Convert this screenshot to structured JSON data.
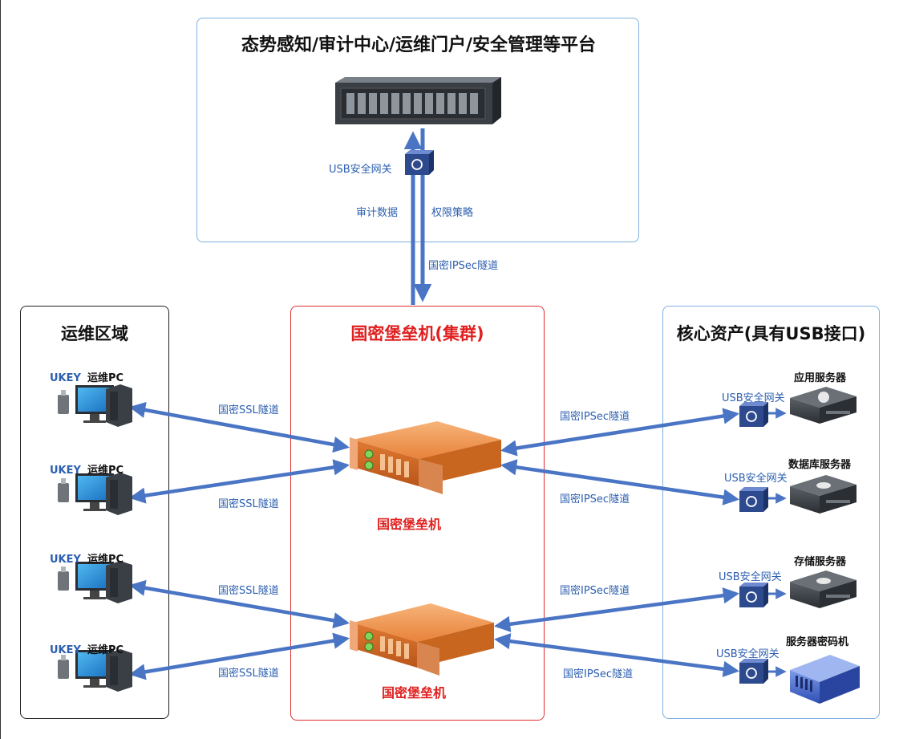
{
  "top_panel": {
    "title": "态势感知/审计中心/运维门户/安全管理等平台",
    "usb_gateway_label": "USB安全网关",
    "audit_data_label": "审计数据",
    "policy_label": "权限策略",
    "tunnel_label": "国密IPSec隧道"
  },
  "ops_zone": {
    "title": "运维区域",
    "terminals": [
      {
        "ukey": "UKEY",
        "pc": "运维PC",
        "tunnel": "国密SSL隧道"
      },
      {
        "ukey": "UKEY",
        "pc": "运维PC",
        "tunnel": "国密SSL隧道"
      },
      {
        "ukey": "UKEY",
        "pc": "运维PC",
        "tunnel": "国密SSL隧道"
      },
      {
        "ukey": "UKEY",
        "pc": "运维PC",
        "tunnel": "国密SSL隧道"
      }
    ]
  },
  "cluster": {
    "title": "国密堡垒机(集群)",
    "nodes": [
      {
        "label": "国密堡垒机"
      },
      {
        "label": "国密堡垒机"
      }
    ]
  },
  "core_assets": {
    "title": "核心资产(具有USB接口)",
    "servers": [
      {
        "name": "应用服务器",
        "gateway": "USB安全网关",
        "tunnel": "国密IPSec隧道"
      },
      {
        "name": "数据库服务器",
        "gateway": "USB安全网关",
        "tunnel": "国密IPSec隧道"
      },
      {
        "name": "存储服务器",
        "gateway": "USB安全网关",
        "tunnel": "国密IPSec隧道"
      },
      {
        "name": "服务器密码机",
        "gateway": "USB安全网关",
        "tunnel": "国密IPSec隧道"
      }
    ]
  },
  "colors": {
    "arrow": "#4a74c4",
    "cluster_border": "#e03030",
    "panel_border": "#7fb0e0",
    "label_blue": "#2c5fb0"
  }
}
